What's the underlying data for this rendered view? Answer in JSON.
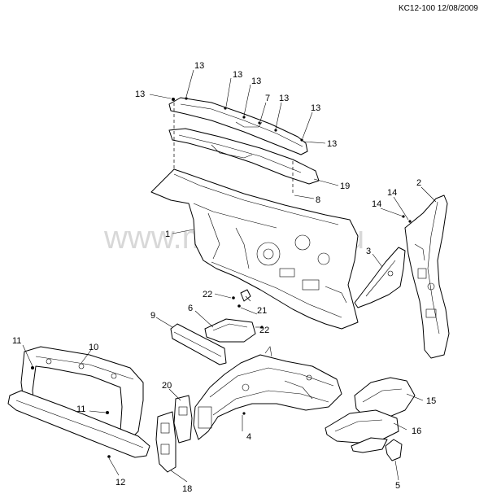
{
  "header": {
    "code": "KC12-100 12/08/2009"
  },
  "watermark": "www.motorsfed.ru",
  "callouts": [
    {
      "id": "c13a",
      "text": "13"
    },
    {
      "id": "c13b",
      "text": "13"
    },
    {
      "id": "c13c",
      "text": "13"
    },
    {
      "id": "c13d",
      "text": "13"
    },
    {
      "id": "c13e",
      "text": "13"
    },
    {
      "id": "c13f",
      "text": "13"
    },
    {
      "id": "c13g",
      "text": "13"
    },
    {
      "id": "c7",
      "text": "7"
    },
    {
      "id": "c19",
      "text": "19"
    },
    {
      "id": "c8",
      "text": "8"
    },
    {
      "id": "c2",
      "text": "2"
    },
    {
      "id": "c14a",
      "text": "14"
    },
    {
      "id": "c14b",
      "text": "14"
    },
    {
      "id": "c1",
      "text": "1"
    },
    {
      "id": "c3",
      "text": "3"
    },
    {
      "id": "c22a",
      "text": "22"
    },
    {
      "id": "c22b",
      "text": "22"
    },
    {
      "id": "c21",
      "text": "21"
    },
    {
      "id": "c6",
      "text": "6"
    },
    {
      "id": "c9",
      "text": "9"
    },
    {
      "id": "c11a",
      "text": "11"
    },
    {
      "id": "c10",
      "text": "10"
    },
    {
      "id": "c11b",
      "text": "11"
    },
    {
      "id": "c20",
      "text": "20"
    },
    {
      "id": "c4",
      "text": "4"
    },
    {
      "id": "c15",
      "text": "15"
    },
    {
      "id": "c16",
      "text": "16"
    },
    {
      "id": "c12",
      "text": "12"
    },
    {
      "id": "c18",
      "text": "18"
    },
    {
      "id": "c5",
      "text": "5"
    }
  ]
}
